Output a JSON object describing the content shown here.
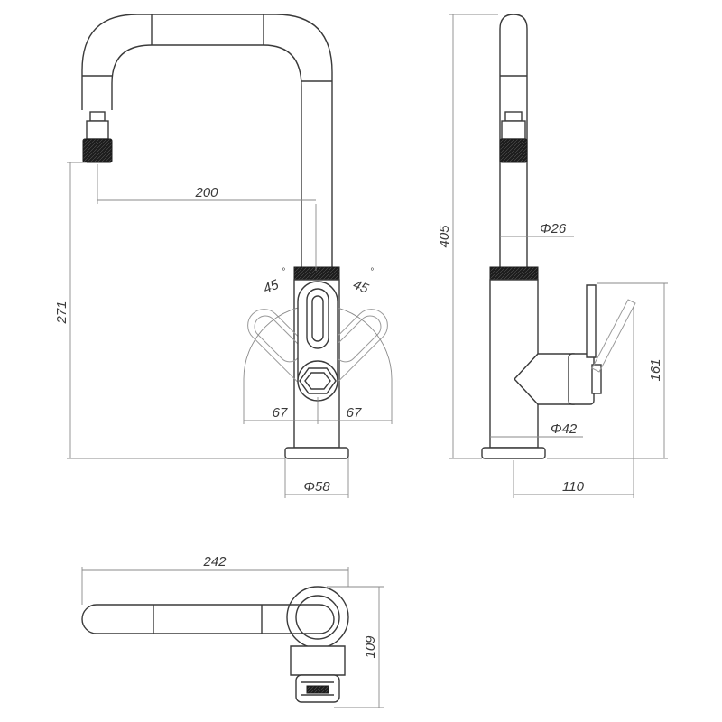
{
  "dimensions": {
    "front_reach": "200",
    "front_height": "271",
    "angle_left": "45",
    "angle_right": "45",
    "degree_symbol": "°",
    "handle_offset_left": "67",
    "handle_offset_right": "67",
    "base_diameter": "Φ58",
    "side_height": "405",
    "spout_diameter": "Φ26",
    "body_diameter": "Φ42",
    "lever_height": "161",
    "lever_reach": "110",
    "top_length": "242",
    "top_depth": "109"
  },
  "colors": {
    "line": "#3a3a3a",
    "dimension_line": "#8a8a8a",
    "band": "#1c1c1c"
  }
}
